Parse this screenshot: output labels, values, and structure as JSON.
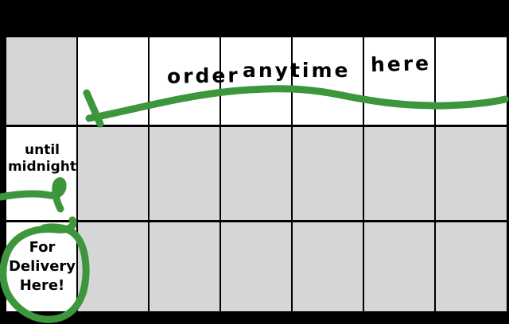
{
  "colors": {
    "background": "#000000",
    "cell_white": "#ffffff",
    "cell_gray": "#d6d6d6",
    "annotation_green": "#3e963c",
    "text": "#000000"
  },
  "table": {
    "rows": 3,
    "columns": 7,
    "header_annotation_words": [
      "order",
      "anytime",
      "here"
    ],
    "row_labels": [
      "until midnight",
      "For Delivery Here!"
    ]
  }
}
